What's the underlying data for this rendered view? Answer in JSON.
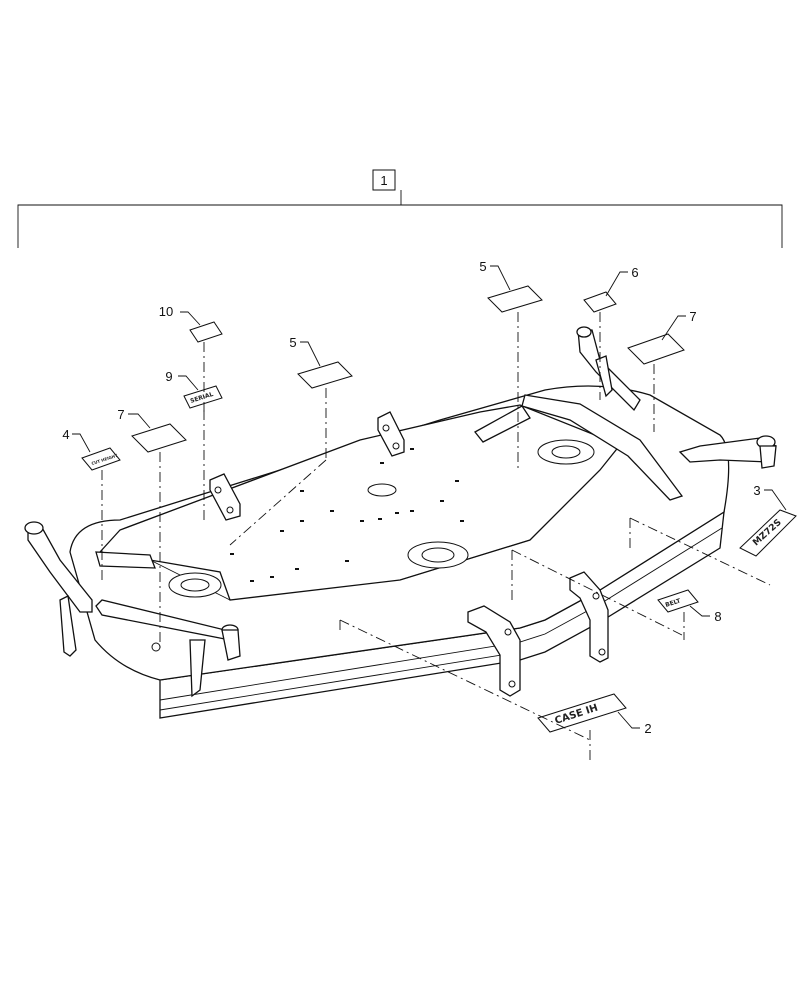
{
  "assembly_label": "1",
  "callouts": [
    "10",
    "9",
    "7",
    "4",
    "5",
    "5",
    "6",
    "7",
    "3",
    "8",
    "2"
  ],
  "decals": {
    "case_ih": "CASE IH",
    "belt": "BELT",
    "cut_height": "CUT HEIGHT",
    "serial": "SERIAL",
    "model": "MZ72S"
  },
  "colors": {
    "line": "#111111",
    "background": "#ffffff"
  }
}
